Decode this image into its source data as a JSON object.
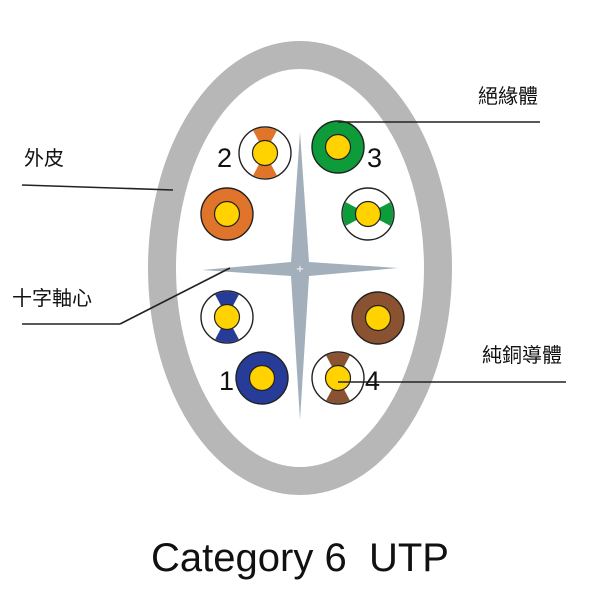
{
  "title": "Category 6  UTP",
  "labels": {
    "jacket": "外皮",
    "insulation": "絕緣體",
    "cross_filler": "十字軸心",
    "conductor": "純銅導體"
  },
  "pair_numbers": [
    "1",
    "2",
    "3",
    "4"
  ],
  "colors": {
    "jacket": "#b7b7b7",
    "cross_filler": "#a3b0bc",
    "conductor": "#ffd200",
    "orange": "#e0742a",
    "green": "#0e9b3a",
    "blue": "#273c98",
    "brown": "#8a5230",
    "outline": "#222222"
  },
  "wires": [
    {
      "name": "orange-white",
      "pair": "2",
      "color": "orange",
      "solid": false
    },
    {
      "name": "orange",
      "pair": "2",
      "color": "orange",
      "solid": true
    },
    {
      "name": "green",
      "pair": "3",
      "color": "green",
      "solid": true
    },
    {
      "name": "green-white",
      "pair": "3",
      "color": "green",
      "solid": false
    },
    {
      "name": "blue-white",
      "pair": "1",
      "color": "blue",
      "solid": false
    },
    {
      "name": "blue",
      "pair": "1",
      "color": "blue",
      "solid": true
    },
    {
      "name": "brown",
      "pair": "4",
      "color": "brown",
      "solid": true
    },
    {
      "name": "brown-white",
      "pair": "4",
      "color": "brown",
      "solid": false
    }
  ]
}
